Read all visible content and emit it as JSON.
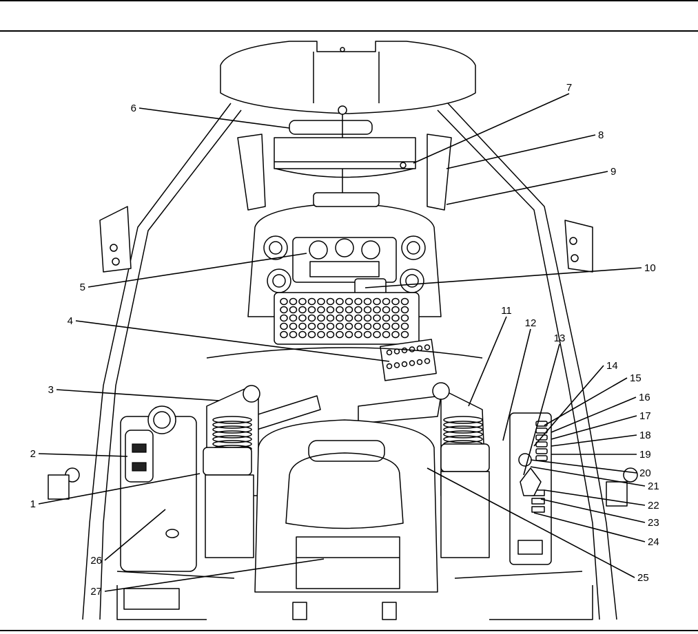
{
  "figure": {
    "type": "operator-compartment-illustration",
    "callouts": [
      "1",
      "2",
      "3",
      "4",
      "5",
      "6",
      "7",
      "8",
      "9",
      "10",
      "11",
      "12",
      "13",
      "14",
      "15",
      "16",
      "17",
      "18",
      "19",
      "20",
      "21",
      "22",
      "23",
      "24",
      "25",
      "26",
      "27"
    ]
  }
}
